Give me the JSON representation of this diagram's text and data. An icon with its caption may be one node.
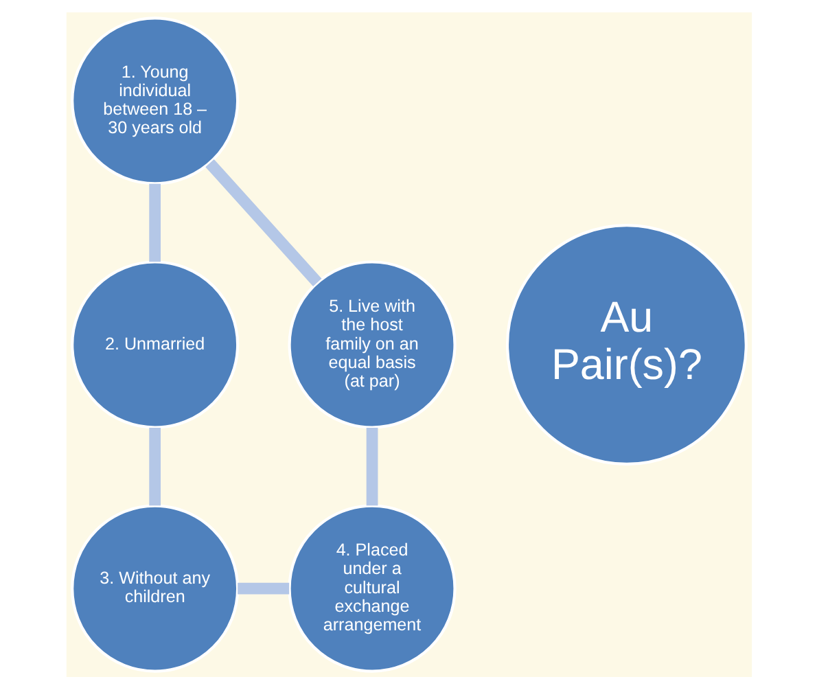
{
  "diagram": {
    "nodes": [
      {
        "text": [
          "Au Pair(s)?"
        ]
      },
      {
        "text": [
          "1. Young individual between 18 – 30 years old"
        ]
      },
      {
        "text": [
          "2. Unmarried"
        ]
      },
      {
        "text": [
          "3. Without any children"
        ]
      },
      {
        "text": [
          "4. Placed under a cultural exchange arrangement"
        ]
      },
      {
        "text": [
          "5. Live with the host family on an equal basis (at par)"
        ]
      }
    ],
    "edges": [
      {
        "from": 1,
        "to": 2,
        "arrow": "none"
      },
      {
        "from": 2,
        "to": 3,
        "arrow": "none"
      },
      {
        "from": 3,
        "to": 4,
        "arrow": "none"
      },
      {
        "from": 4,
        "to": 5,
        "arrow": "none"
      },
      {
        "from": 5,
        "to": 1,
        "arrow": "none"
      }
    ]
  }
}
